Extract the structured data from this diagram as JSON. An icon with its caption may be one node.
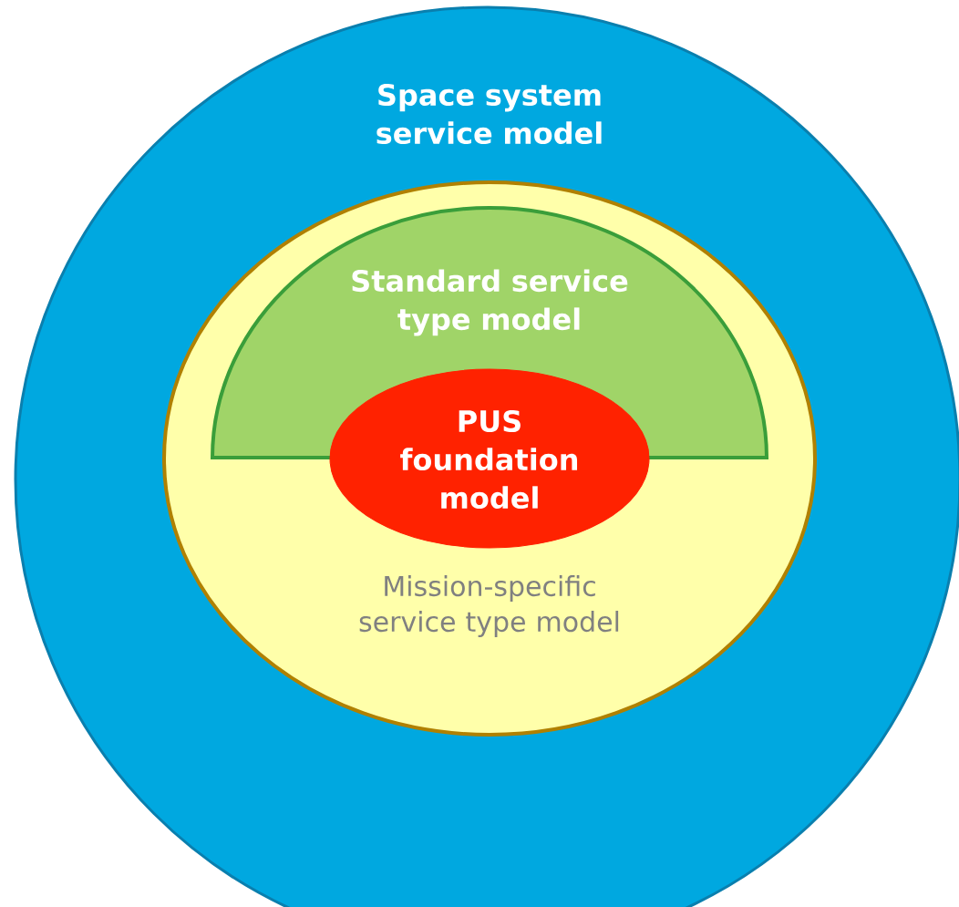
{
  "diagram": {
    "nodes": [
      {
        "text": [
          "Space system service model"
        ]
      },
      {
        "text": [
          "Mission-specific service type model"
        ],
        "in": 0
      },
      {
        "text": [
          "Standard service type model"
        ],
        "in": 1
      },
      {
        "text": [
          "PUS foundation model"
        ],
        "in": 1
      }
    ]
  }
}
